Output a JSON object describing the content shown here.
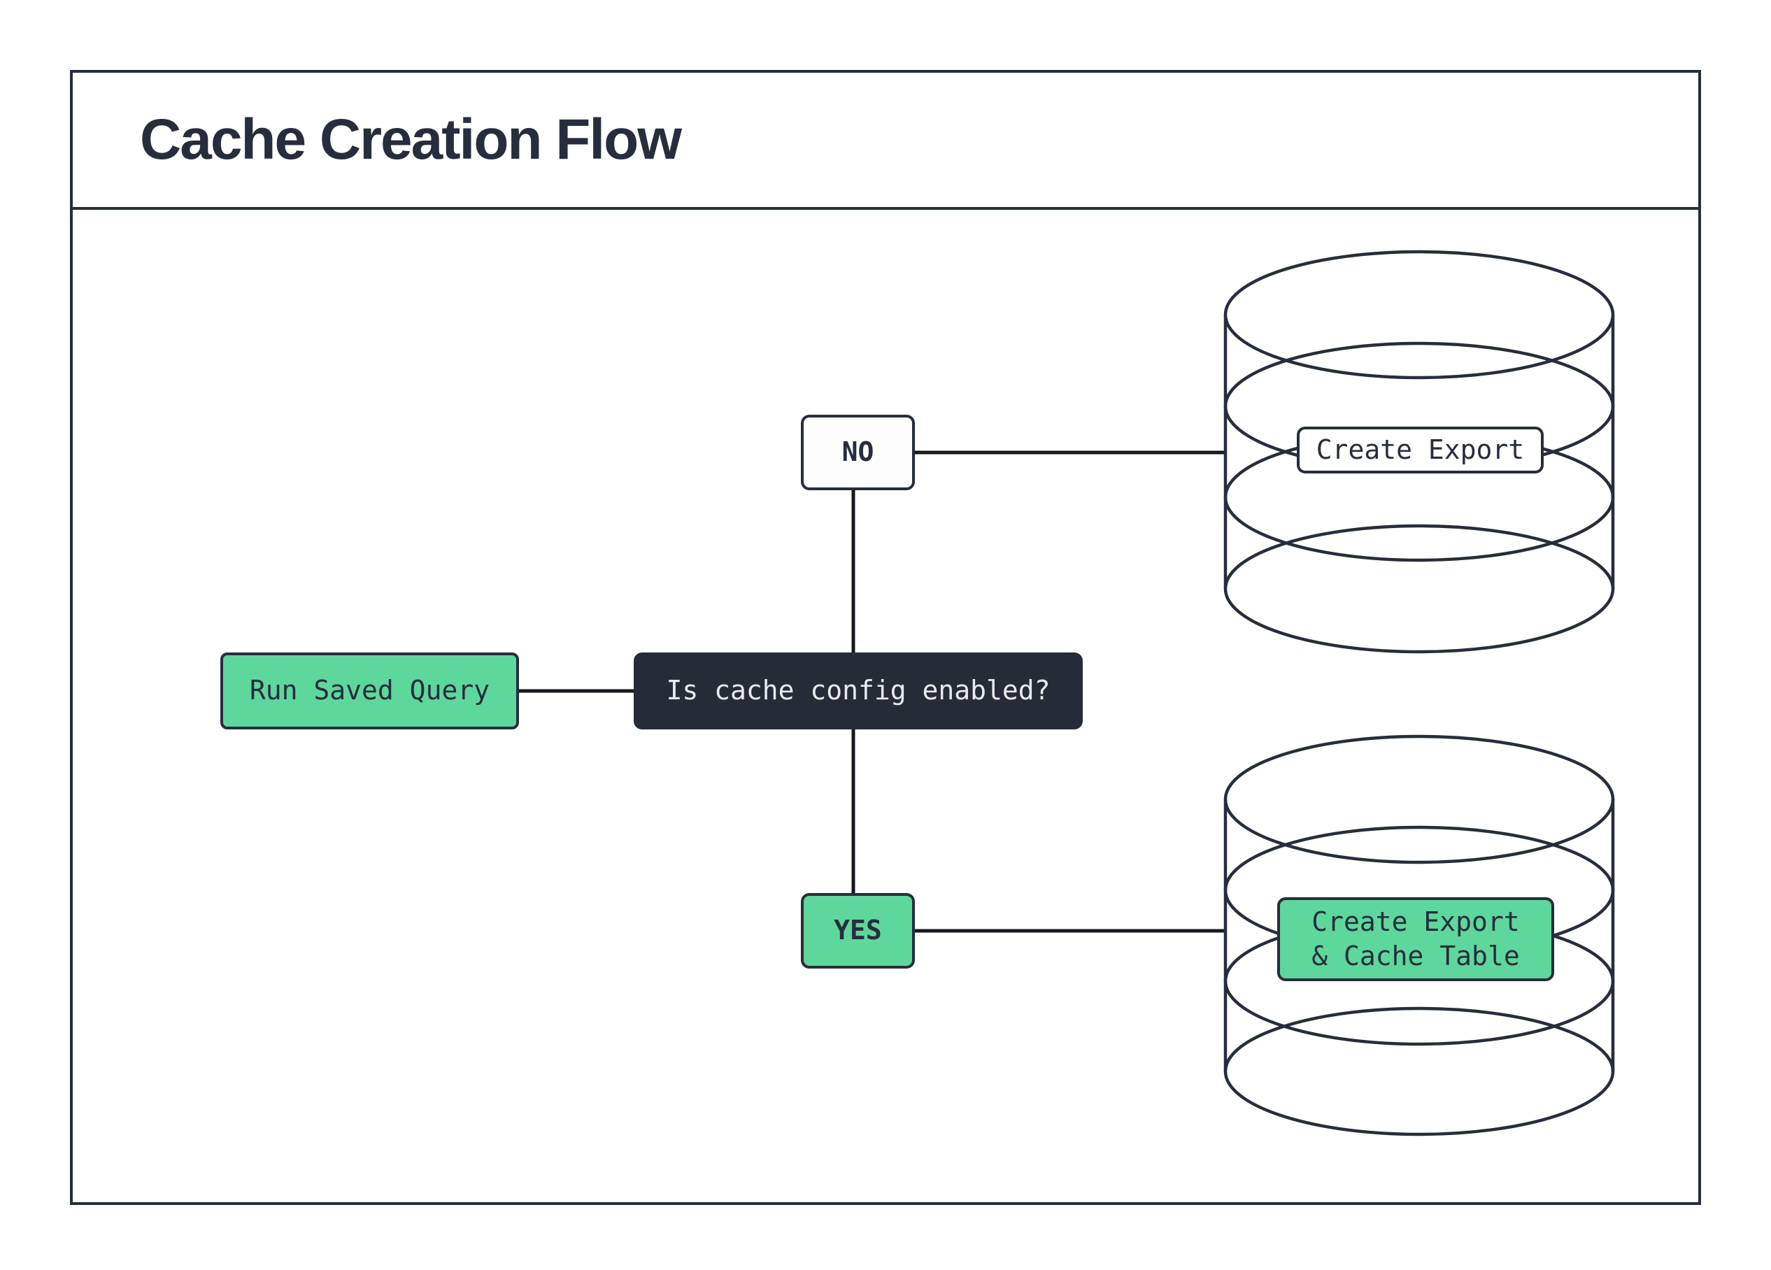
{
  "header": {
    "title": "Cache Creation Flow"
  },
  "flow": {
    "start": {
      "label": "Run Saved Query"
    },
    "decision": {
      "label": "Is cache config enabled?"
    },
    "branch_no": {
      "label": "NO",
      "result": {
        "label": "Create Export",
        "icon": "database-icon"
      }
    },
    "branch_yes": {
      "label": "YES",
      "result": {
        "label": "Create Export\n& Cache Table",
        "icon": "database-icon"
      }
    }
  },
  "colors": {
    "ink": "#272d3c",
    "connector": "#151821",
    "green": "#5ed79c",
    "decision_fill": "#262b38",
    "decision_text": "#e9eaec",
    "background": "#ffffff"
  }
}
